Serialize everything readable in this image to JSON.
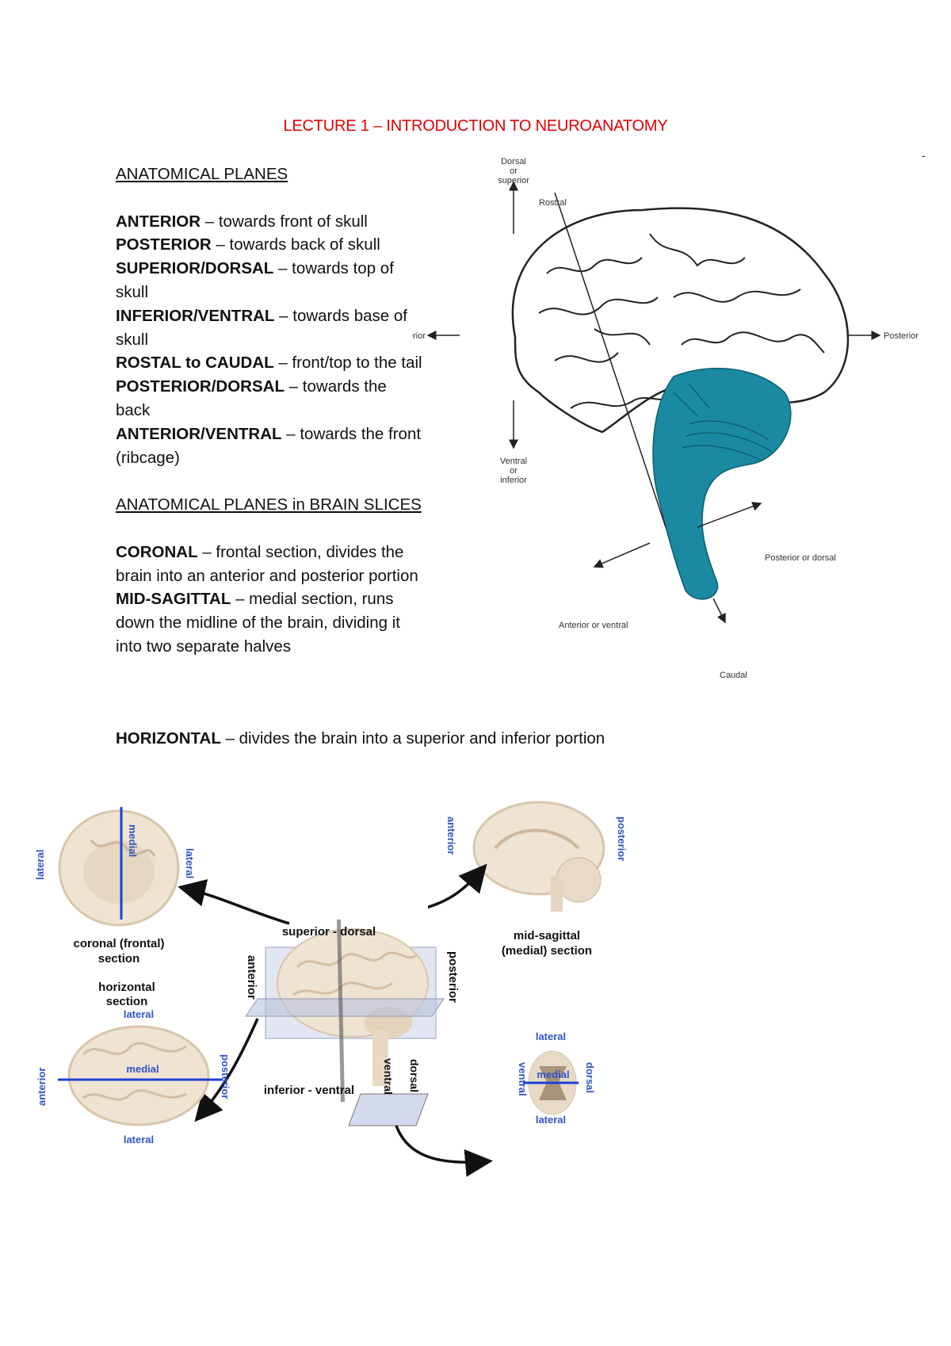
{
  "title": "LECTURE 1 – INTRODUCTION TO NEUROANATOMY",
  "dash": "-",
  "section1": {
    "heading": "ANATOMICAL PLANES",
    "entries": [
      {
        "term": "ANTERIOR",
        "desc": " – towards front of skull"
      },
      {
        "term": "POSTERIOR",
        "desc": " – towards back of skull"
      },
      {
        "term": "SUPERIOR/DORSAL",
        "desc": " – towards top of skull"
      },
      {
        "term": "INFERIOR/VENTRAL",
        "desc": " – towards base of skull"
      },
      {
        "term": "ROSTAL to CAUDAL",
        "desc": " – front/top to the tail"
      },
      {
        "term": "POSTERIOR/DORSAL",
        "desc": " – towards the back"
      },
      {
        "term": "ANTERIOR/VENTRAL",
        "desc": " – towards the front (ribcage)"
      }
    ]
  },
  "section2": {
    "heading": "ANATOMICAL PLANES in BRAIN SLICES",
    "entries": [
      {
        "term": "CORONAL",
        "desc": " – frontal section, divides the brain into an anterior and posterior portion"
      },
      {
        "term": "MID-SAGITTAL",
        "desc": " – medial section, runs down the midline of the brain, dividing it into two separate halves"
      },
      {
        "term": "HORIZONTAL",
        "desc": " – divides the brain into a superior and inferior portion"
      }
    ]
  },
  "figure1": {
    "labels": {
      "dorsal": [
        "Dorsal",
        "or",
        "superior"
      ],
      "rostral": "Rostral",
      "anterior": "Anterior",
      "posterior": "Posterior",
      "ventral": [
        "Ventral",
        "or",
        "inferior"
      ],
      "posterior_dorsal": "Posterior or dorsal",
      "anterior_ventral": "Anterior or ventral",
      "caudal": "Caudal"
    },
    "colors": {
      "brainstem": "#1a8aa3",
      "outline": "#222222"
    }
  },
  "figure2": {
    "coronal": {
      "caption": [
        "coronal (frontal)",
        "section"
      ],
      "lateral_left": "lateral",
      "medial": "medial",
      "lateral_right": "lateral"
    },
    "midsagittal": {
      "caption": [
        "mid-sagittal",
        "(medial) section"
      ],
      "anterior": "anterior",
      "posterior": "posterior"
    },
    "center": {
      "superior": "superior - dorsal",
      "inferior": "inferior - ventral",
      "anterior": "anterior",
      "posterior": "posterior",
      "ventral": "ventral",
      "dorsal": "dorsal"
    },
    "horizontal": {
      "caption": [
        "horizontal",
        "section"
      ],
      "lateral_top": "lateral",
      "lateral_bottom": "lateral",
      "medial": "medial",
      "anterior": "anterior",
      "posterior": "posterior"
    },
    "spinal": {
      "lateral_top": "lateral",
      "lateral_bottom": "lateral",
      "medial": "medial",
      "ventral": "ventral",
      "dorsal": "dorsal"
    },
    "colors": {
      "label_blue": "#2f54c8",
      "line_blue": "#1f3fd6",
      "tissue": "#efe3d2",
      "tissue_dark": "#d8c6ae"
    }
  }
}
